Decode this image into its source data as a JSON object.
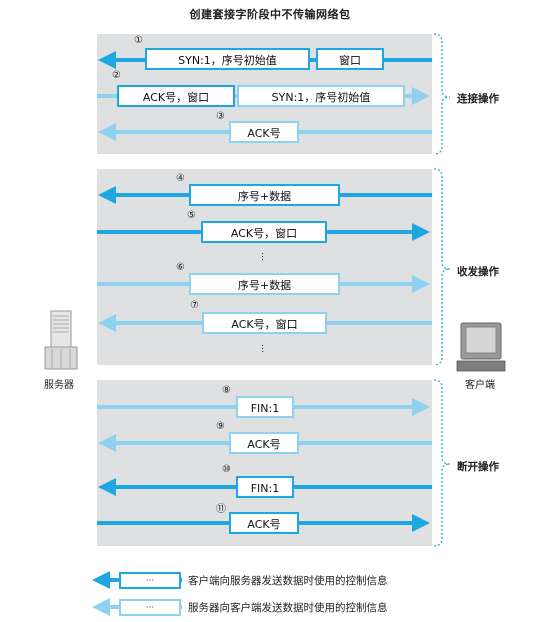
{
  "title": "创建套接字阶段中不传输网络包",
  "hosts": {
    "server": "服务器",
    "client": "客户端"
  },
  "phases": [
    {
      "label": "连接操作"
    },
    {
      "label": "收发操作"
    },
    {
      "label": "断开操作"
    }
  ],
  "messages": [
    {
      "num": "①",
      "boxes": [
        "SYN:1，序号初始值",
        "窗口"
      ]
    },
    {
      "num": "②",
      "boxes": [
        "ACK号，窗口",
        "SYN:1，序号初始值"
      ]
    },
    {
      "num": "③",
      "boxes": [
        "ACK号"
      ]
    },
    {
      "num": "④",
      "boxes": [
        "序号+数据"
      ]
    },
    {
      "num": "⑤",
      "boxes": [
        "ACK号，窗口"
      ]
    },
    {
      "num": "⑥",
      "boxes": [
        "序号+数据"
      ]
    },
    {
      "num": "⑦",
      "boxes": [
        "ACK号，窗口"
      ]
    },
    {
      "num": "⑧",
      "boxes": [
        "FIN:1"
      ]
    },
    {
      "num": "⑨",
      "boxes": [
        "ACK号"
      ]
    },
    {
      "num": "⑩",
      "boxes": [
        "FIN:1"
      ]
    },
    {
      "num": "⑪",
      "boxes": [
        "ACK号"
      ]
    }
  ],
  "ellipsis": "…",
  "legend": [
    {
      "box": "···",
      "text": "客户端向服务器发送数据时使用的控制信息",
      "color": "#1ea7e0"
    },
    {
      "box": "···",
      "text": "服务器向客户端发送数据时使用的控制信息",
      "color": "#8fd2f0"
    }
  ],
  "colors": {
    "dark_arrow": "#1ea7e0",
    "light_arrow": "#8fd2f0",
    "panel": "#dfe0e2",
    "brace": "#2aa7dd"
  }
}
